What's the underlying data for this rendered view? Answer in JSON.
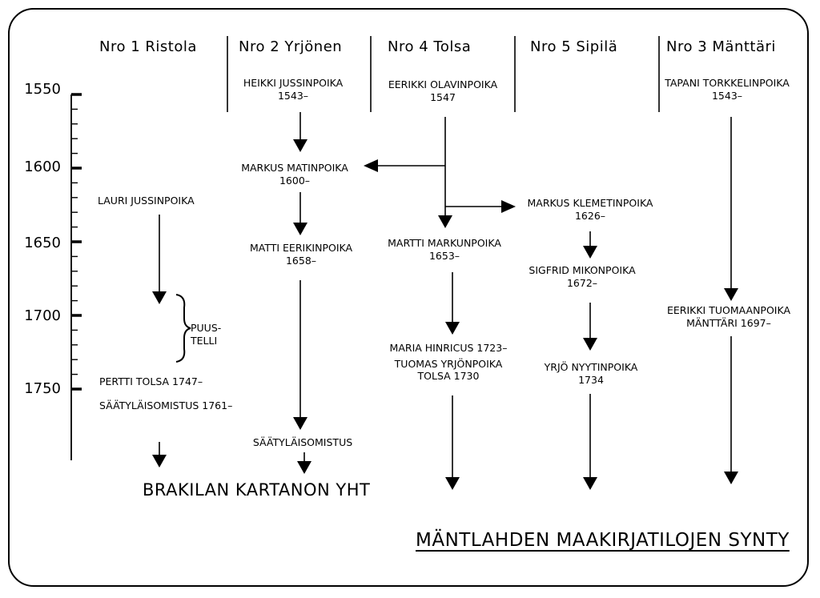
{
  "farms": {
    "ristola": "Nro 1 Ristola",
    "yrjonen": "Nro 2 Yrjönen",
    "tolsa": "Nro 4 Tolsa",
    "sipila": "Nro 5 Sipilä",
    "manttari": "Nro 3 Mänttäri"
  },
  "years": [
    "1550",
    "1600",
    "1650",
    "1700",
    "1750"
  ],
  "people": {
    "heikki": [
      "HEIKKI JUSSINPOIKA",
      "1543–"
    ],
    "eerikki_o": [
      "EERIKKI OLAVINPOIKA",
      "1547"
    ],
    "tapani": [
      "TAPANI TORKKELINPOIKA",
      "1543–"
    ],
    "markus_m": [
      "MARKUS MATINPOIKA",
      "1600–"
    ],
    "lauri": [
      "LAURI JUSSINPOIKA"
    ],
    "markus_k": [
      "MARKUS KLEMETINPOIKA",
      "1626–"
    ],
    "matti": [
      "MATTI EERIKINPOIKA",
      "1658–"
    ],
    "martti": [
      "MARTTI MARKUNPOIKA",
      "1653–"
    ],
    "sigfrid": [
      "SIGFRID MIKONPOIKA",
      "1672–"
    ],
    "eerikki_t": [
      "EERIKKI TUOMAANPOIKA",
      "MÄNTTÄRI 1697–"
    ],
    "maria": [
      "MARIA HINRICUS 1723–",
      "TUOMAS YRJÖNPOIKA",
      "TOLSA 1730"
    ],
    "yrjo": [
      "YRJÖ NYYTINPOIKA",
      "1734"
    ],
    "pertti": "PERTTI TOLSA 1747–",
    "saatyl_1761": "SÄÄTYLÄISOMISTUS 1761–",
    "saatyl": "SÄÄTYLÄISOMISTUS"
  },
  "puustelli": [
    "PUUS-",
    "TELLI"
  ],
  "brakila": "BRAKILAN KARTANON YHT",
  "title": "MÄNTLAHDEN MAAKIRJATILOJEN SYNTY"
}
